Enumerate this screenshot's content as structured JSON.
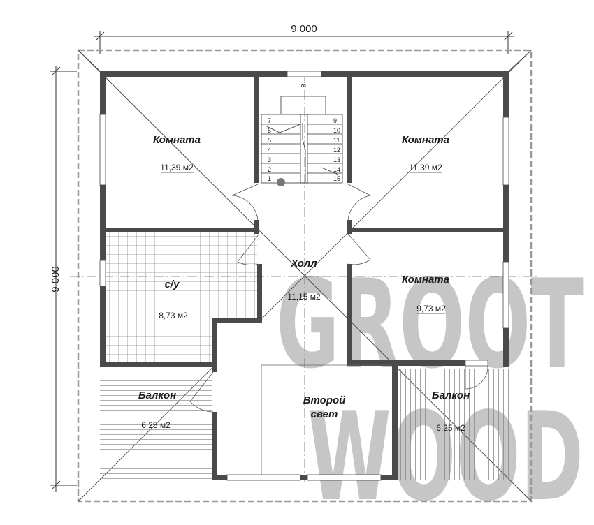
{
  "dimensions": {
    "width_label": "9 000",
    "height_label": "9 000"
  },
  "rooms": [
    {
      "key": "room-nw",
      "name": "Комната",
      "area": "11,39 м2"
    },
    {
      "key": "room-ne",
      "name": "Комната",
      "area": "11,39 м2"
    },
    {
      "key": "bathroom",
      "name": "с/у",
      "area": "8,73 м2"
    },
    {
      "key": "hall",
      "name": "Холл",
      "area": "11,15 м2"
    },
    {
      "key": "room-e",
      "name": "Комната",
      "area": "9,73 м2"
    },
    {
      "key": "balcony-w",
      "name": "Балкон",
      "area": "6,25 м2"
    },
    {
      "key": "second-light",
      "name_line1": "Второй",
      "name_line2": "свет"
    },
    {
      "key": "balcony-e",
      "name": "Балкон",
      "area": "6,25 м2"
    }
  ],
  "stairs": {
    "left_steps": [
      "7",
      "6",
      "5",
      "4",
      "3",
      "2",
      "1"
    ],
    "right_steps": [
      "9",
      "10",
      "11",
      "12",
      "13",
      "14",
      "15"
    ],
    "landing_mark": "8"
  },
  "watermark": {
    "line1": "GROOT",
    "line2": "WOOD"
  },
  "colors": {
    "wall": "#4a4a4a",
    "line": "#555555",
    "watermark": "#8e8e8e"
  }
}
